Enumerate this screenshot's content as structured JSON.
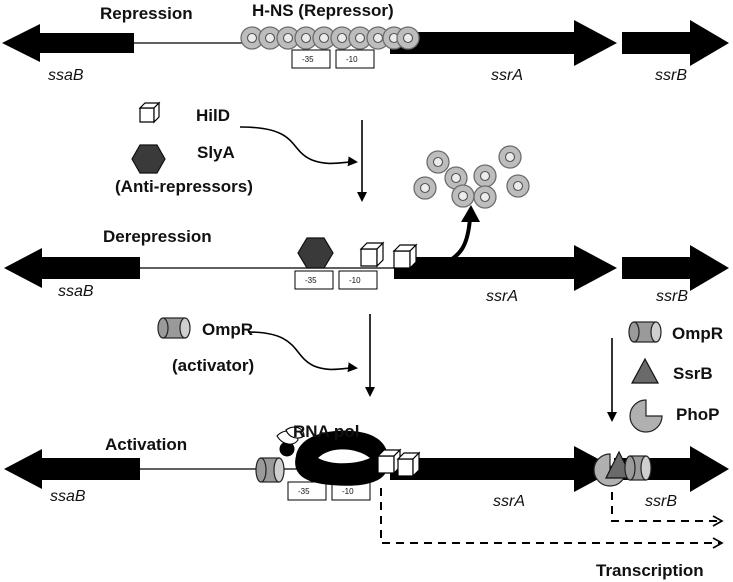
{
  "stages": {
    "repression": "Repression",
    "derepression": "Derepression",
    "activation": "Activation"
  },
  "genes": {
    "ssaB": "ssaB",
    "ssrA": "ssrA",
    "ssrB": "ssrB"
  },
  "promoter": {
    "minus35": "-35",
    "minus10": "-10"
  },
  "proteins": {
    "hns": "H-NS (Repressor)",
    "hild": "HilD",
    "slya": "SlyA",
    "antirepressors": "(Anti-repressors)",
    "ompr": "OmpR",
    "activator": "(activator)",
    "rnapol": "RNA pol",
    "ssrb_protein": "SsrB",
    "phop": "PhoP"
  },
  "transcription": "Transcription",
  "colors": {
    "dna": "#000000",
    "hns_fill": "#bdbdbd",
    "slya_fill": "#3a3a3a",
    "ompr_fill": "#9a9a9a",
    "ssrb_fill": "#6a6a6a",
    "phop_fill": "#b0b0b0"
  }
}
